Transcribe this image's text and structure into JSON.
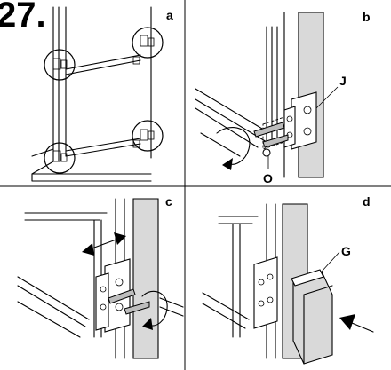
{
  "figure": {
    "step_number": "27.",
    "panels": [
      {
        "id": "a",
        "label": "a"
      },
      {
        "id": "b",
        "label": "b"
      },
      {
        "id": "c",
        "label": "c"
      },
      {
        "id": "d",
        "label": "d"
      }
    ],
    "callouts": {
      "J": "J",
      "O": "O",
      "G": "G"
    }
  }
}
